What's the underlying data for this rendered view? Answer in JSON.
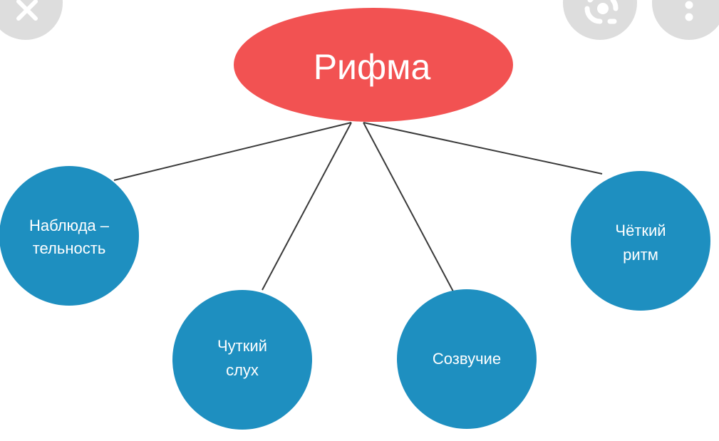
{
  "diagram": {
    "center": {
      "label": "Рифма",
      "color": "#f25252"
    },
    "nodes": [
      {
        "id": "observation",
        "lines": [
          "Наблюда –",
          "тельность"
        ]
      },
      {
        "id": "keen-hearing",
        "lines": [
          "Чуткий",
          "слух"
        ]
      },
      {
        "id": "consonance",
        "lines": [
          "Созвучие"
        ]
      },
      {
        "id": "clear-rhythm",
        "lines": [
          "Чёткий",
          "ритм"
        ]
      }
    ],
    "node_color": "#1e8fc0",
    "edge_color": "#3a3a3a"
  },
  "overlay": {
    "close_icon": "close-icon",
    "lens_icon": "lens-icon",
    "more_icon": "more-vertical-icon"
  }
}
